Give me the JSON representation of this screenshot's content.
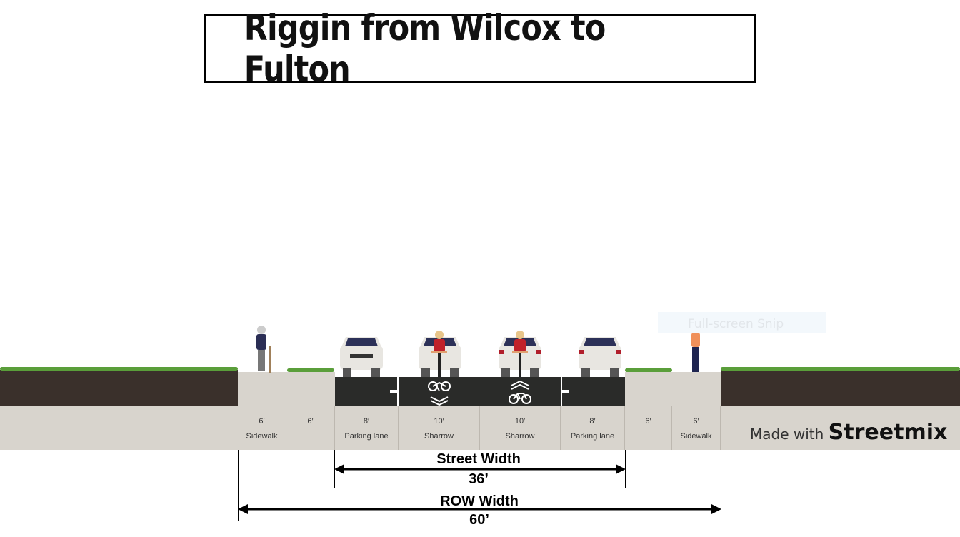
{
  "title": "Riggin from Wilcox to Fulton",
  "segments": [
    {
      "width": "6′",
      "name": "Sidewalk"
    },
    {
      "width": "6′",
      "name": ""
    },
    {
      "width": "8′",
      "name": "Parking lane"
    },
    {
      "width": "10′",
      "name": "Sharrow"
    },
    {
      "width": "10′",
      "name": "Sharrow"
    },
    {
      "width": "8′",
      "name": "Parking lane"
    },
    {
      "width": "6′",
      "name": ""
    },
    {
      "width": "6′",
      "name": "Sidewalk"
    }
  ],
  "street_width": {
    "label": "Street Width",
    "value": "36’"
  },
  "row_width": {
    "label": "ROW Width",
    "value": "60’"
  },
  "watermark": {
    "prefix": "Made with",
    "brand": "Streetmix"
  },
  "snip_overlay": "Full-screen Snip",
  "colors": {
    "asphalt": "#2a2b29",
    "dirt": "#3a302b",
    "sidewalk": "#d8d4cd",
    "grass": "#5a9e3a"
  }
}
